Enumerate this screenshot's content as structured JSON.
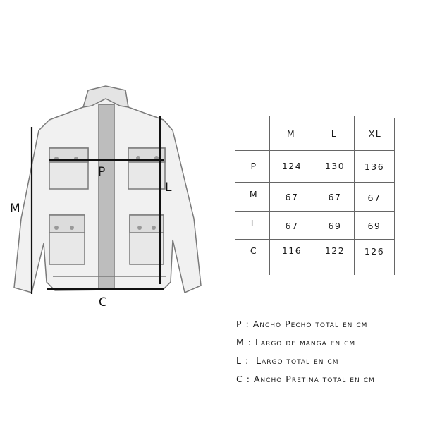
{
  "diagram": {
    "dimension_labels": {
      "P": "P",
      "M": "M",
      "L": "L",
      "C": "C"
    }
  },
  "size_table": {
    "columns": [
      "M",
      "L",
      "XL"
    ],
    "rows": [
      {
        "label": "P",
        "values": [
          "124",
          "130",
          "136"
        ]
      },
      {
        "label": "M",
        "values": [
          "67",
          "67",
          "67"
        ]
      },
      {
        "label": "L",
        "values": [
          "67",
          "69",
          "69"
        ]
      },
      {
        "label": "C",
        "values": [
          "116",
          "122",
          "126"
        ]
      }
    ]
  },
  "legend": [
    {
      "key": "P",
      "text": "P : Ancho Pecho total en cm"
    },
    {
      "key": "M",
      "text": "M : Largo de manga en cm"
    },
    {
      "key": "L",
      "text": "L :  Largo total en cm"
    },
    {
      "key": "C",
      "text": "C : Ancho Pretina total en cm"
    }
  ],
  "colors": {
    "line": "#111111",
    "grid": "#666666",
    "sketch": "#8a8a8a"
  }
}
